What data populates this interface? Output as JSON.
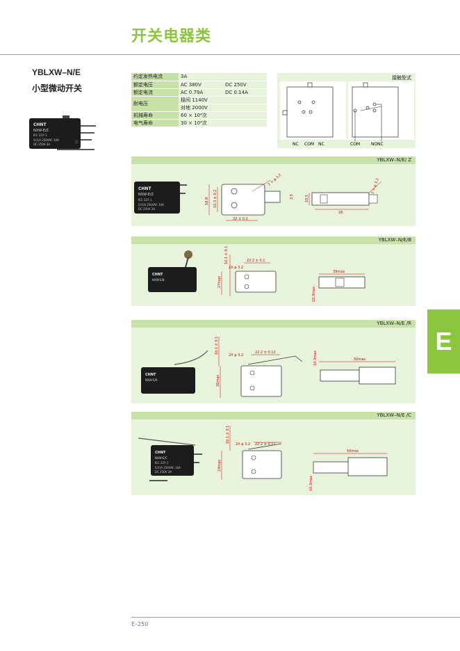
{
  "header": {
    "title": "开关电器类"
  },
  "product": {
    "code": "YBLXW–N/E",
    "name": "小型微动开关"
  },
  "specs": [
    {
      "key": "约定发热电流",
      "v1": "3A",
      "v2": ""
    },
    {
      "key": "额定电压",
      "v1": "AC 380V",
      "v2": "DC 250V"
    },
    {
      "key": "额定电流",
      "v1": "AC 0.79A",
      "v2": "DC 0.14A"
    },
    {
      "key": "耐电压",
      "v1": "极间 1140V",
      "v1b": "对地 2000V"
    },
    {
      "key": "机械寿命",
      "v1": "60 × 10⁴次"
    },
    {
      "key": "电气寿命",
      "v1": "30 × 10⁴次"
    }
  ],
  "contact": {
    "title": "接触型式",
    "left_labels": [
      "NC",
      "COM",
      "NC"
    ],
    "right_labels": [
      "COM",
      "NO",
      "NC"
    ]
  },
  "panels": [
    {
      "title": "YBLXW–N/E/ Z",
      "device_label": [
        "CHNT",
        "NXW-E/Z",
        "IEC 337-1",
        "5(1)A 250VAC 10A",
        "DC 250V 3A"
      ],
      "dims": {
        "d1": "2 × φ 3.2",
        "d2": "18.9",
        "d3": "10.3 ± 0.2",
        "d4": "22 ± 0.2",
        "d5": "3.5",
        "d6": "10.5",
        "d7": "28",
        "d8": "2 × φ 3.2"
      }
    },
    {
      "title": "YBLXW–N/E/B",
      "device_label": [
        "CHNT",
        "NXW-E/B"
      ],
      "dims": {
        "d1": "10.1 ± 0.1",
        "d2": "22.2 ± 0.1",
        "d3": "2X φ 3.2",
        "d4": "27max",
        "d5": "39max",
        "d6": "10.3max"
      }
    },
    {
      "title": "YBLXW–N/E /R",
      "device_label": [
        "CHNT",
        "NXW-E/R"
      ],
      "dims": {
        "d1": "10.1 ± 0.1",
        "d2": "2X φ 3.2",
        "d3": "22.2 ± 0.12",
        "d4": "26max",
        "d5": "50max",
        "d6": "10.3max"
      }
    },
    {
      "title": "YBLXW–N/E /C",
      "device_label": [
        "CHNT",
        "NXW-E/C",
        "IEC 337-1",
        "5(1)A 250VAC 10A",
        "DC 250V 3A"
      ],
      "dims": {
        "d1": "10.1 ± 0.1",
        "d2": "2X φ 3.2",
        "d3": "22.2 ± 0.12",
        "d4": "24max",
        "d5": "50max",
        "d6": "10.3max"
      }
    }
  ],
  "side_tab": {
    "letter": "E"
  },
  "footer": {
    "page": "E–250"
  }
}
